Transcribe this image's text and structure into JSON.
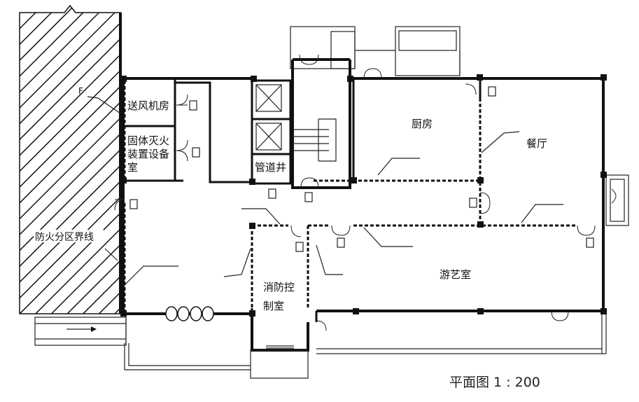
{
  "rooms": {
    "air_supply": "送风机房",
    "fixed_ext_1": "固体灭火",
    "fixed_ext_2": "装置设备",
    "fixed_ext_3": "室",
    "pipe_shaft": "管道井",
    "kitchen": "厨房",
    "dining": "餐厅",
    "game_room": "游艺室",
    "fire_control_1": "消防控",
    "fire_control_2": "制室"
  },
  "zone": {
    "boundary_label": "防火分区界线",
    "marker": "F"
  },
  "caption": "平面图 1 : 200"
}
